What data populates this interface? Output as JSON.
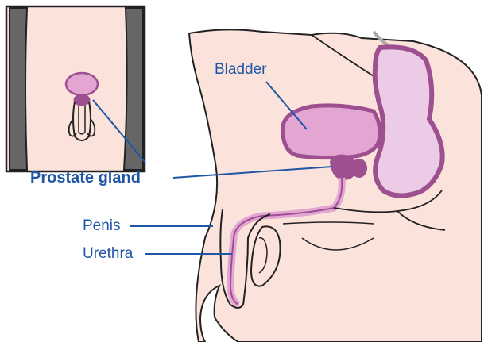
{
  "labels": {
    "bladder": "Bladder",
    "prostate": "Prostate gland",
    "penis": "Penis",
    "urethra": "Urethra"
  },
  "colors": {
    "skin": "#fbe3dc",
    "outline": "#222222",
    "organ_fill": "#e3a6d3",
    "organ_dark": "#9e4f8f",
    "rectum_fill": "#eccbe6",
    "thigh_grey": "#666666",
    "label_blue": "#1f56a6"
  }
}
